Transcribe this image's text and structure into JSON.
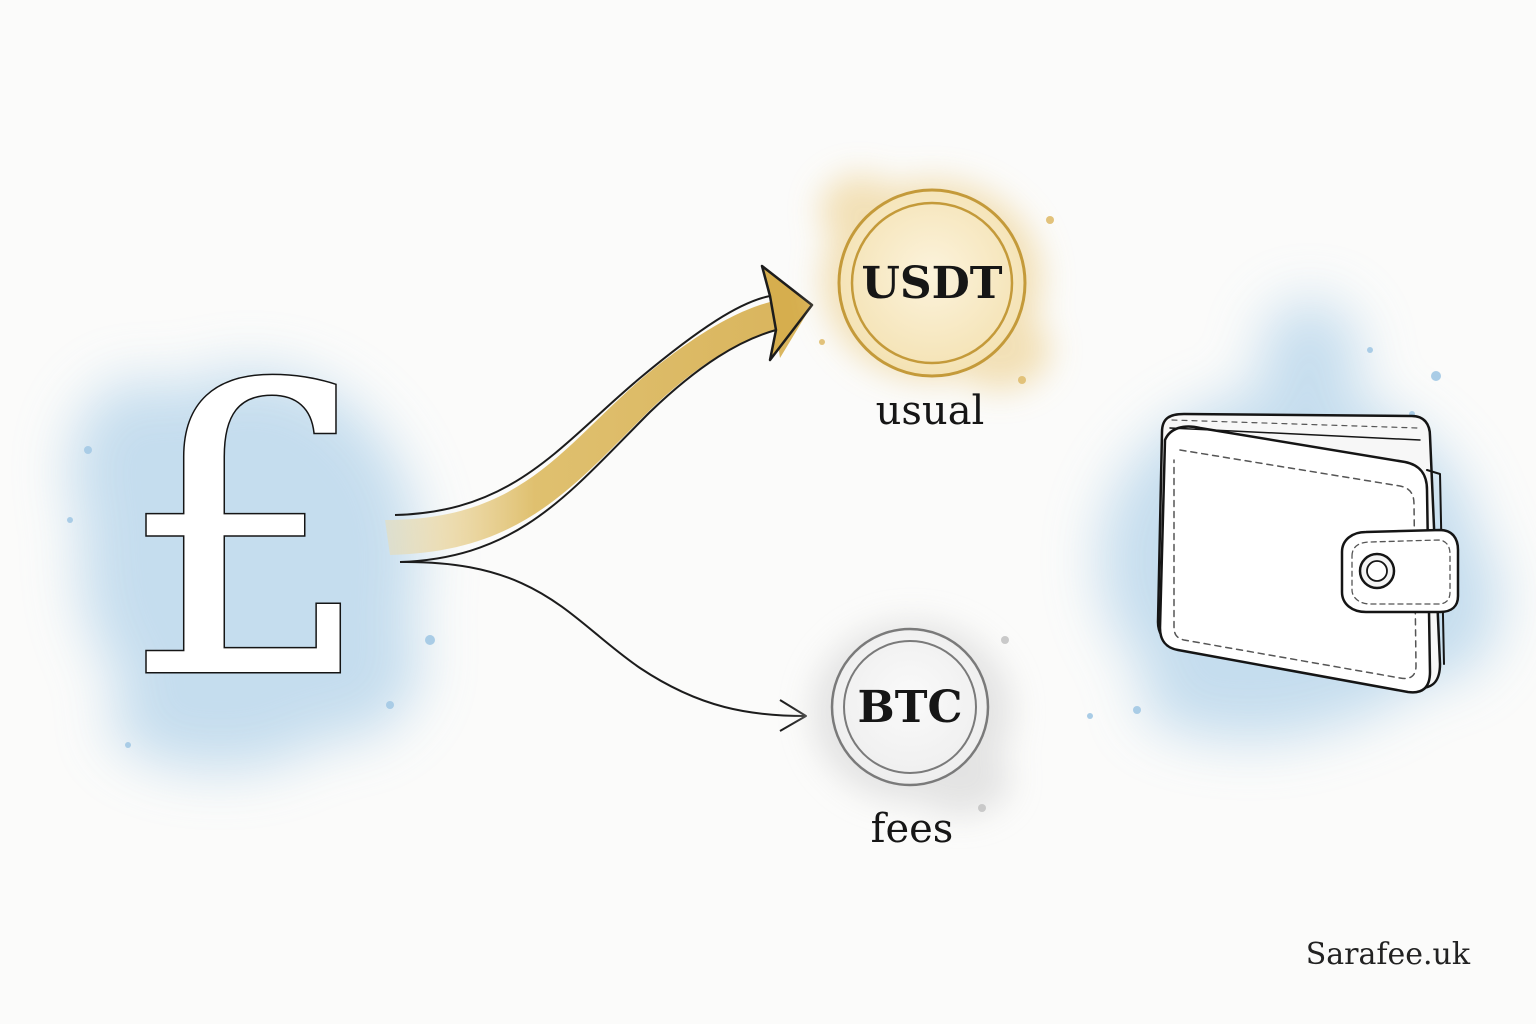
{
  "source": {
    "symbol": "£",
    "icon": "pound-sign-icon",
    "splash_color": "#bcd8ec"
  },
  "routes": [
    {
      "coin": "USDT",
      "caption": "usual",
      "color": "#d9b45a",
      "splash_color": "#f1dcab",
      "primary": true
    },
    {
      "coin": "BTC",
      "caption": "fees",
      "color": "#b9b9b9",
      "splash_color": "#dedede",
      "primary": false
    }
  ],
  "destination": {
    "icon": "wallet-icon",
    "splash_color": "#bcd8ec"
  },
  "watermark": "Sarafee.uk"
}
